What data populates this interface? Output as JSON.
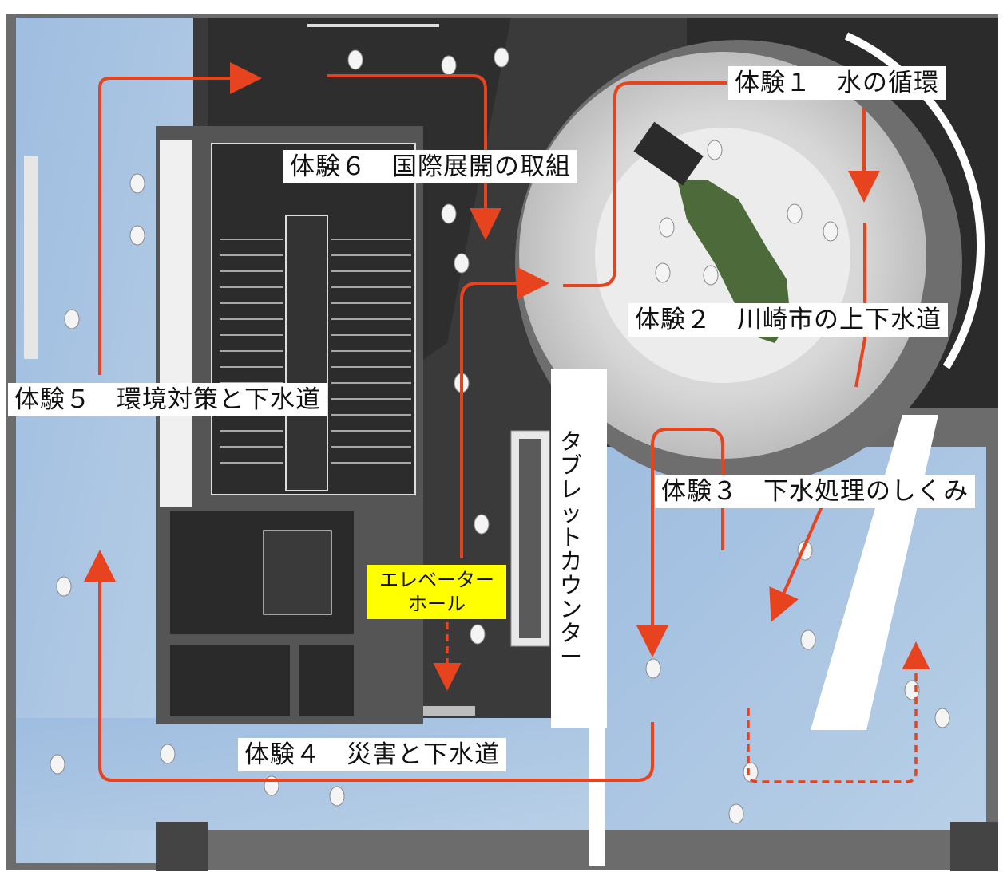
{
  "labels": {
    "exp1": "体験１　水の循環",
    "exp2": "体験２　川崎市の上下水道",
    "exp3": "体験３　下水処理のしくみ",
    "exp4": "体験４　災害と下水道",
    "exp5": "体験５　環境対策と下水道",
    "exp6": "体験６　国際展開の取組",
    "elevator_line1": "エレベーター",
    "elevator_line2": "ホール",
    "tablet_counter": "タブレットカウンター"
  },
  "colors": {
    "route_arrow": "#e8431f",
    "floor_blue": "#a9c4e0",
    "floor_dark": "#3b3b3b",
    "circle_floor": "#cfcfcf",
    "elevator_label_bg": "#ffff00"
  }
}
